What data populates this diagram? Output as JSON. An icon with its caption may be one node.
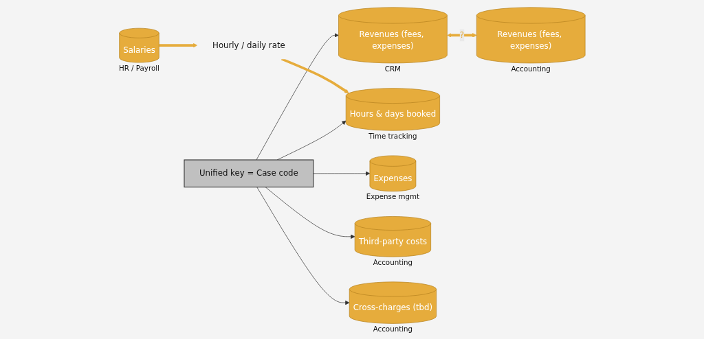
{
  "diagram": {
    "nodes": [
      {
        "text": [
          "Unified key = Case code"
        ]
      },
      {
        "text": [
          "Revenues (fees, expenses)"
        ],
        "beside": [
          "CRM"
        ]
      },
      {
        "text": [
          "Revenues (fees, expenses)"
        ],
        "beside": [
          "Accounting"
        ]
      },
      {
        "text": [
          "Hours & days booked"
        ],
        "beside": [
          "Time tracking"
        ]
      },
      {
        "text": [
          "Expenses"
        ],
        "beside": [
          "Expense mgmt"
        ]
      },
      {
        "text": [
          "Third-party costs"
        ],
        "beside": [
          "Accounting"
        ]
      },
      {
        "text": [
          "Cross-charges (tbd)"
        ],
        "beside": [
          "Accounting"
        ]
      },
      {
        "text": [
          "Salaries"
        ],
        "beside": [
          "HR / Payroll"
        ]
      },
      {
        "text": [
          "Hourly / daily rate"
        ]
      }
    ],
    "edges": [
      {
        "from": 0,
        "to": 1,
        "arrow": "to"
      },
      {
        "from": 0,
        "to": 3,
        "arrow": "to"
      },
      {
        "from": 0,
        "to": 4,
        "arrow": "to"
      },
      {
        "from": 0,
        "to": 5,
        "arrow": "to"
      },
      {
        "from": 0,
        "to": 6,
        "arrow": "to"
      },
      {
        "from": 1,
        "to": 2,
        "arrow": "both",
        "label": "?",
        "style": "thick",
        "color": "#e6ac3c"
      },
      {
        "from": 7,
        "to": 8,
        "arrow": "to",
        "style": "thick",
        "color": "#e6ac3c"
      },
      {
        "from": 8,
        "to": 3,
        "arrow": "to",
        "style": "thick",
        "color": "#e6ac3c"
      }
    ]
  }
}
